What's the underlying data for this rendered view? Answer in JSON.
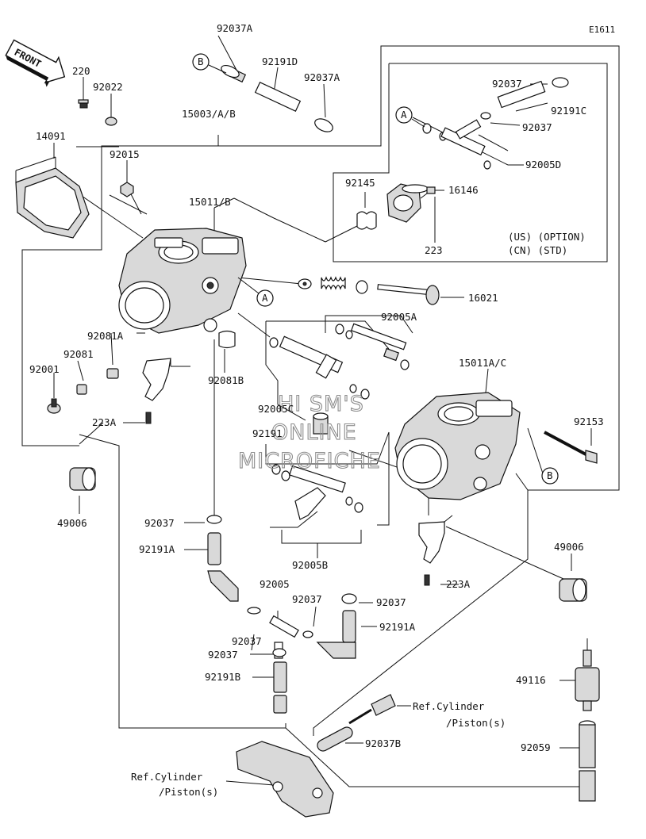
{
  "diagram_code": "E1611",
  "front_label": "FRONT",
  "watermark": [
    "HI SM'S",
    "ONLINE",
    "MICROFICHE"
  ],
  "option_note": [
    "(US) (OPTION)",
    "(CN) (STD)"
  ],
  "references": {
    "ref_upper": [
      "Ref.Cylinder",
      "/Piston(s)"
    ],
    "ref_lower": [
      "Ref.Cylinder",
      "/Piston(s)"
    ]
  },
  "callouts": {
    "A": "A",
    "B": "B"
  },
  "parts": {
    "p220": "220",
    "p92022": "92022",
    "p14091": "14091",
    "p92037A_top": "92037A",
    "p92191D": "92191D",
    "p92037A_2": "92037A",
    "p15003": "15003/A/B",
    "p92015": "92015",
    "p15011B": "15011/B",
    "p92037_r1": "92037",
    "p92191C": "92191C",
    "p92037_r2": "92037",
    "p92005D": "92005D",
    "p92145": "92145",
    "p16146": "16146",
    "p223": "223",
    "p16021": "16021",
    "p92005A": "92005A",
    "p92081A": "92081A",
    "p92081": "92081",
    "p92001": "92001",
    "p92081B": "92081B",
    "p15011AC": "15011A/C",
    "p92005C": "92005C",
    "p92191": "92191",
    "p92153": "92153",
    "p223A_1": "223A",
    "p49006_l": "49006",
    "p92037_m": "92037",
    "p92191A_l": "92191A",
    "p92005B": "92005B",
    "p49006_r": "49006",
    "p223A_2": "223A",
    "p92005": "92005",
    "p92037_c1": "92037",
    "p92037_c2": "92037",
    "p92191A_r": "92191A",
    "p92037_c3": "92037",
    "p92037_c4": "92037",
    "p92191B": "92191B",
    "p92037B": "92037B",
    "p49116": "49116",
    "p92059": "92059"
  }
}
